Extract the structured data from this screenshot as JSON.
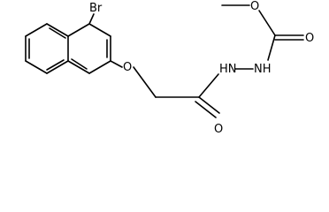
{
  "molecule": {
    "atoms": {
      "br": "Br",
      "ether_o": "O",
      "hydrazine_nh_left": "HN",
      "hydrazine_nh_right": "NH",
      "amide_o": "O",
      "carbonyl_o": "O",
      "ester_o": "O"
    },
    "colors": {
      "ink": "#000000",
      "background": "#ffffff"
    }
  }
}
